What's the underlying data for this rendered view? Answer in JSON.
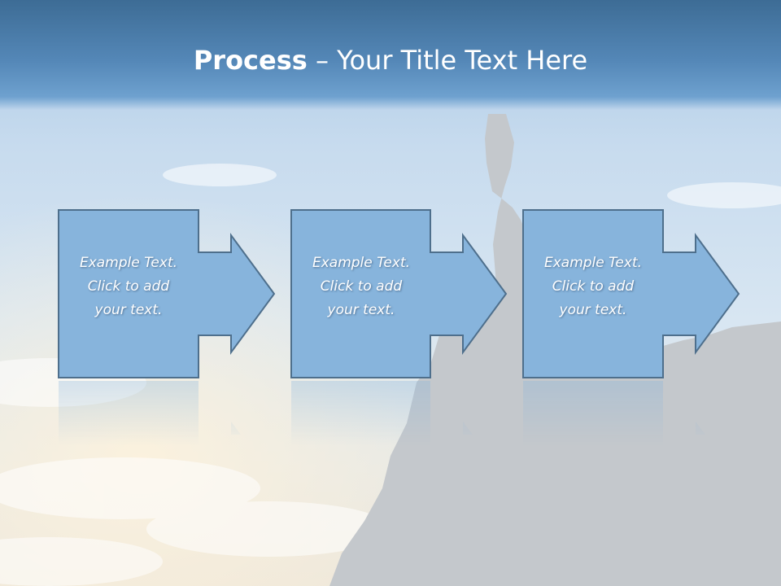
{
  "slide": {
    "title_bold": "Process",
    "title_rest": " – Your Title Text Here"
  },
  "steps": [
    {
      "lines": [
        "Example Text.",
        "Click  to add",
        "your text."
      ]
    },
    {
      "lines": [
        "Example Text.",
        "Click  to add",
        "your text."
      ]
    },
    {
      "lines": [
        "Example Text.",
        "Click  to add",
        "your text."
      ]
    }
  ],
  "colors": {
    "title_band": "#4a7aa8",
    "shape_fill": "#87b4dc",
    "shape_stroke": "#4e6f8c",
    "silhouette": "#c4c8cc",
    "text": "#ffffff"
  }
}
